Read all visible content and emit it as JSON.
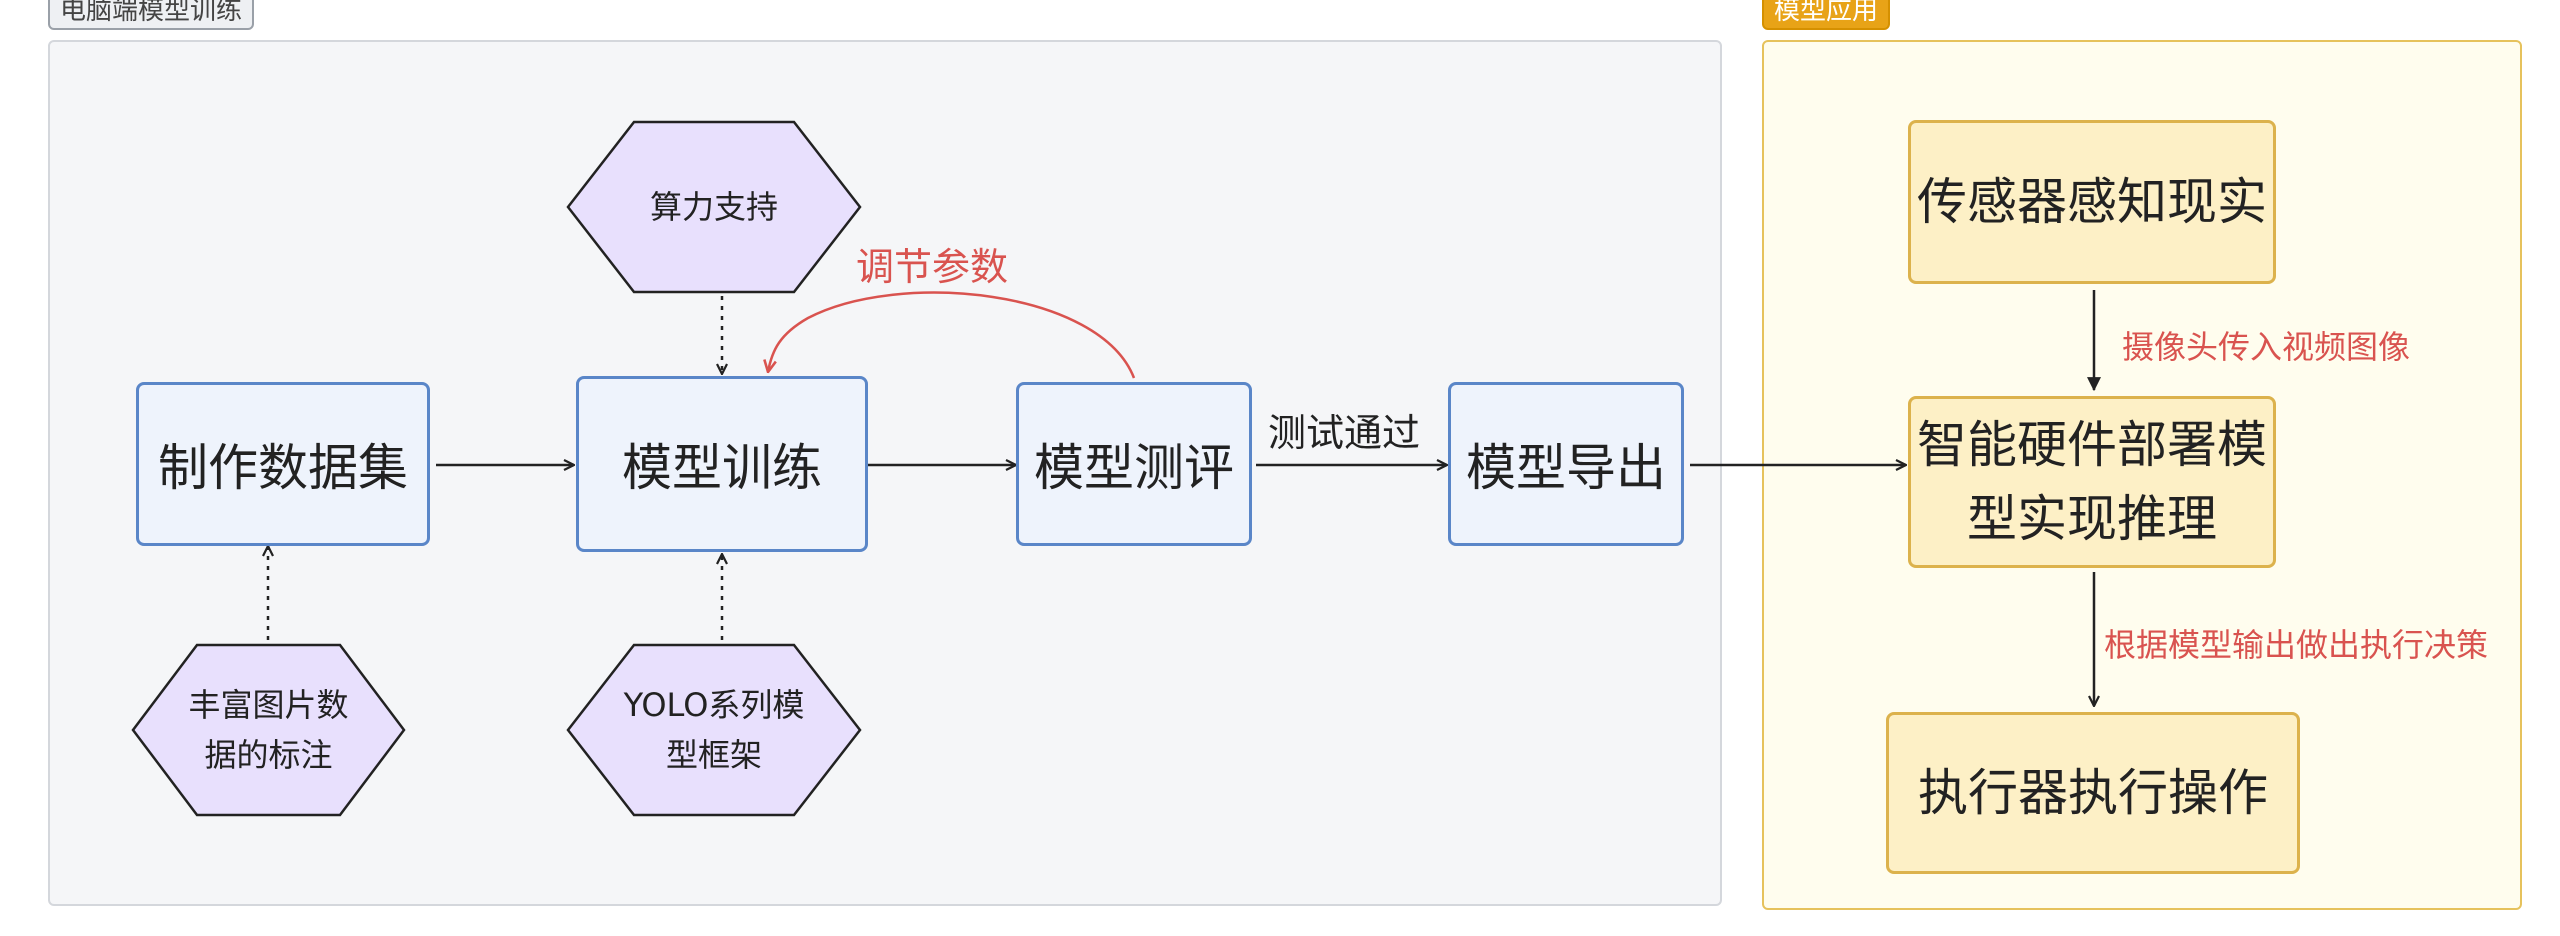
{
  "panels": {
    "left_title": "电脑端模型训练",
    "right_title": "模型应用"
  },
  "left_flow": {
    "dataset": "制作数据集",
    "train": "模型训练",
    "evaluate": "模型测评",
    "export": "模型导出",
    "pass_label": "测试通过",
    "feedback_label": "调节参数"
  },
  "hexagons": {
    "compute": "算力支持",
    "images_line1": "丰富图片数",
    "images_line2": "据的标注",
    "yolo_line1": "YOLO系列模",
    "yolo_line2": "型框架"
  },
  "right_flow": {
    "sensor": "传感器感知现实",
    "deploy_line1": "智能硬件部署模",
    "deploy_line2": "型实现推理",
    "actuator": "执行器执行操作",
    "camera_label": "摄像头传入视频图像",
    "decision_label": "根据模型输出做出执行决策"
  },
  "colors": {
    "box_blue_fill": "#eef3fc",
    "box_blue_border": "#5a86c8",
    "hex_fill": "#e8e0fd",
    "box_yellow_fill": "#fdf0c6",
    "box_yellow_border": "#dcb24c",
    "accent_red": "#d9534f"
  }
}
